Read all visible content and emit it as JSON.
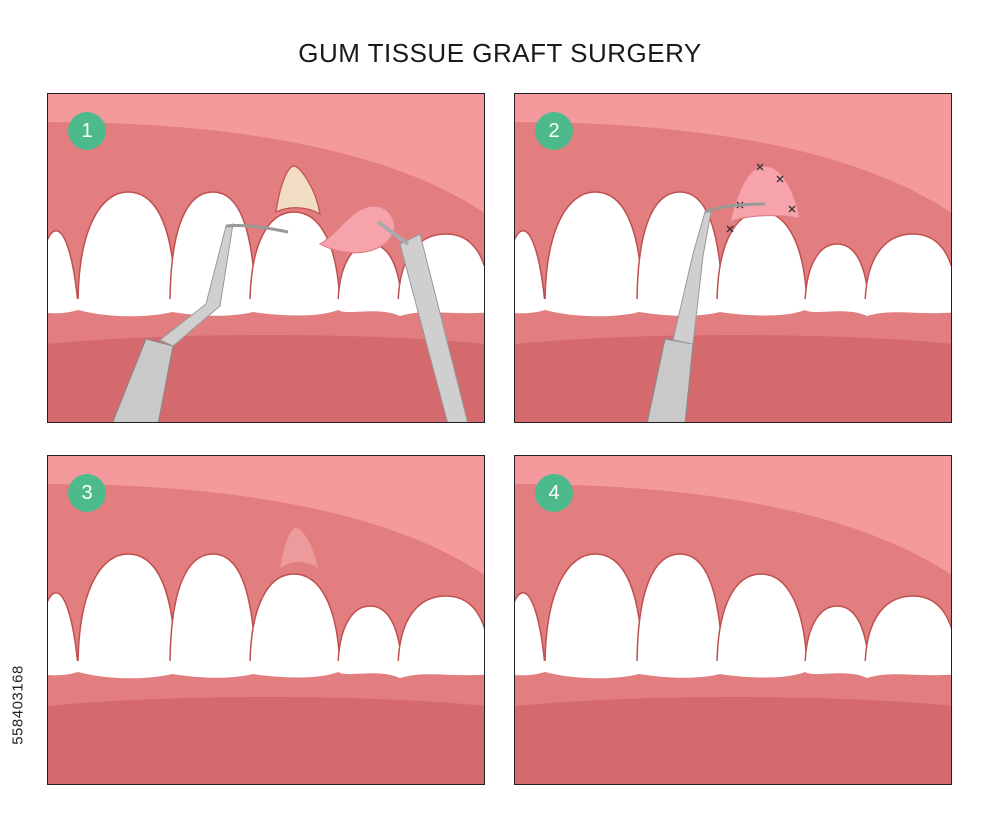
{
  "title": "GUM TISSUE GRAFT SURGERY",
  "stock_id": "558403168",
  "steps": [
    {
      "number": "1"
    },
    {
      "number": "2"
    },
    {
      "number": "3"
    },
    {
      "number": "4"
    }
  ],
  "colors": {
    "gum_light": "#f49a9c",
    "gum_mid": "#e27e80",
    "gum_dark": "#d46a6d",
    "tooth": "#ffffff",
    "tooth_outline": "#c0504f",
    "graft": "#f7a3ab",
    "instrument": "#c9c9c9",
    "badge": "#4cba8a"
  }
}
